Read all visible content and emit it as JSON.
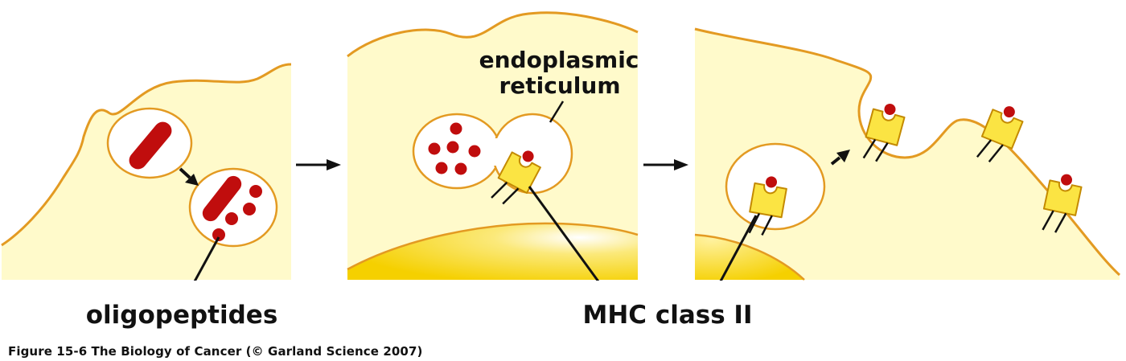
{
  "labels": {
    "oligopeptides": "oligopeptides",
    "er_line1": "endoplasmic",
    "er_line2": "reticulum",
    "mhc": "MHC class II"
  },
  "caption": "Figure 15-6  The Biology of Cancer (© Garland Science 2007)",
  "colors": {
    "cytoplasm": "#fffacb",
    "membrane": "#e39a22",
    "vesicle": "#ffffff",
    "peptide": "#c00d0d",
    "mhc_fill": "#fbe443",
    "mhc_stroke": "#c48a00",
    "nucleus": "#f7d40c",
    "arrow": "#111111"
  }
}
